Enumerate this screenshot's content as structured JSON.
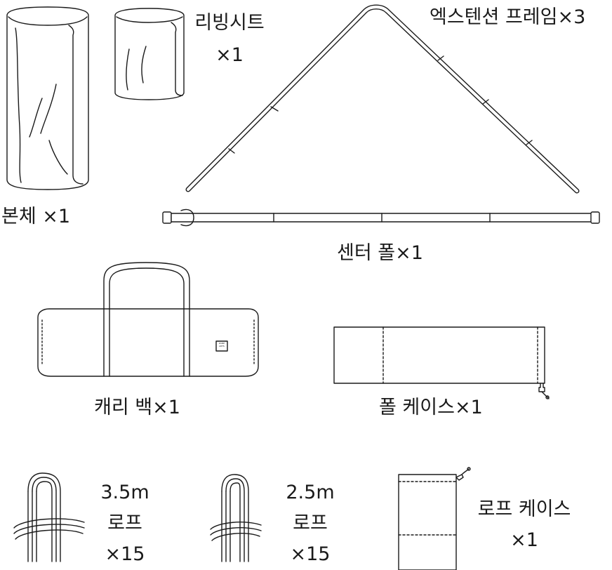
{
  "items": {
    "main_body": {
      "name": "본체",
      "qty": "×1"
    },
    "living_sheet": {
      "name": "리빙시트",
      "qty": "×1"
    },
    "extension_frame": {
      "name": "엑스텐션 프레임",
      "qty": "×3"
    },
    "center_pole": {
      "name": "센터 폴",
      "qty": "×1"
    },
    "carry_bag": {
      "name": "캐리 백",
      "qty": "×1"
    },
    "pole_case": {
      "name": "폴 케이스",
      "qty": "×1"
    },
    "rope_35": {
      "length": "3.5m",
      "name": "로프",
      "qty": "×15"
    },
    "rope_25": {
      "length": "2.5m",
      "name": "로프",
      "qty": "×15"
    },
    "rope_case": {
      "name": "로프 케이스",
      "qty": "×1"
    }
  },
  "brand_logo": {
    "lines": [
      "ZANE",
      "ARTS"
    ]
  },
  "colors": {
    "line": "#1a1a1a",
    "background": "#ffffff"
  }
}
